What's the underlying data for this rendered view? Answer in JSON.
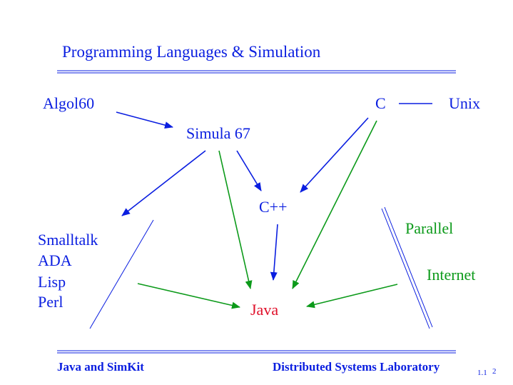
{
  "title": "Programming Languages & Simulation",
  "nodes": {
    "algol60": "Algol60",
    "simula67": "Simula 67",
    "c": "C",
    "unix": "Unix",
    "cpp": "C++",
    "smalltalk": "Smalltalk",
    "ada": "ADA",
    "lisp": "Lisp",
    "perl": "Perl",
    "parallel": "Parallel",
    "internet": "Internet",
    "java": "Java"
  },
  "footer": {
    "left": "Java and SimKit",
    "right": "Distributed Systems Laboratory",
    "page_version": "1.1",
    "page_number": "2"
  },
  "colors": {
    "blue": "#0a1ee0",
    "green": "#0c9a1a",
    "red": "#e0102a"
  }
}
